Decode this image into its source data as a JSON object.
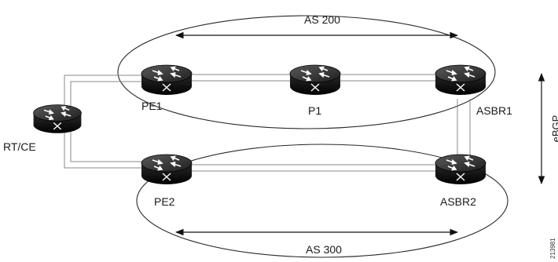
{
  "as_areas": [
    {
      "id": "as200",
      "label": "AS 200"
    },
    {
      "id": "as300",
      "label": "AS 300"
    }
  ],
  "routers": [
    {
      "id": "rtce",
      "label": "RT/CE"
    },
    {
      "id": "pe1",
      "label": "PE1"
    },
    {
      "id": "p1",
      "label": "P1"
    },
    {
      "id": "asbr1",
      "label": "ASBR1"
    },
    {
      "id": "pe2",
      "label": "PE2"
    },
    {
      "id": "asbr2",
      "label": "ASBR2"
    }
  ],
  "ebgp_label": "eBGP",
  "figure_id": "213981",
  "colors": {
    "router_body": "#0d0d0d",
    "router_top": "#3a3a3a",
    "link": "#8a8a8a",
    "outline": "#2a2a2a"
  }
}
